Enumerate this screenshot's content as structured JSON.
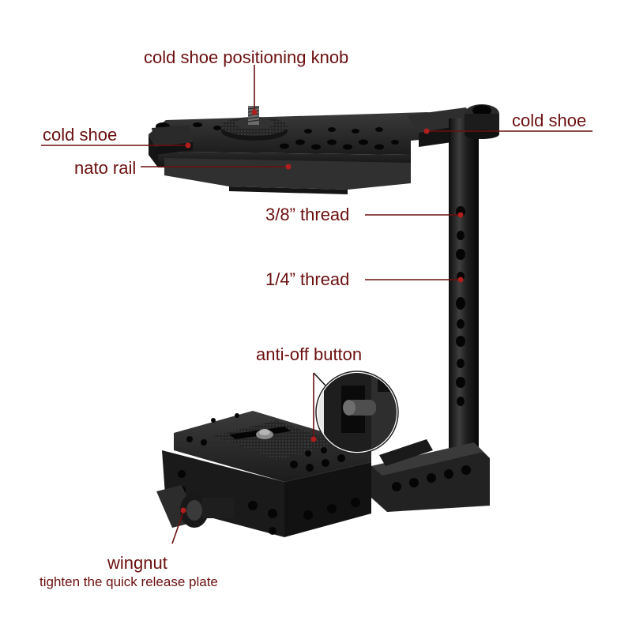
{
  "labels": {
    "cold_shoe_knob": "cold shoe positioning knob",
    "cold_shoe_left": "cold shoe",
    "cold_shoe_right": "cold shoe",
    "nato_rail": "nato rail",
    "thread_38": "3/8” thread",
    "thread_14": "1/4” thread",
    "anti_off": "anti-off button",
    "wingnut": "wingnut",
    "wingnut_desc": "tighten the quick release plate"
  },
  "colors": {
    "label_text": "#6b0f0f",
    "leader_line": "#6b0f0f",
    "marker_dot": "#b01e1e",
    "metal_dark": "#1a1a1a",
    "metal_mid": "#2c2c2c",
    "metal_light": "#4a4a4a"
  }
}
